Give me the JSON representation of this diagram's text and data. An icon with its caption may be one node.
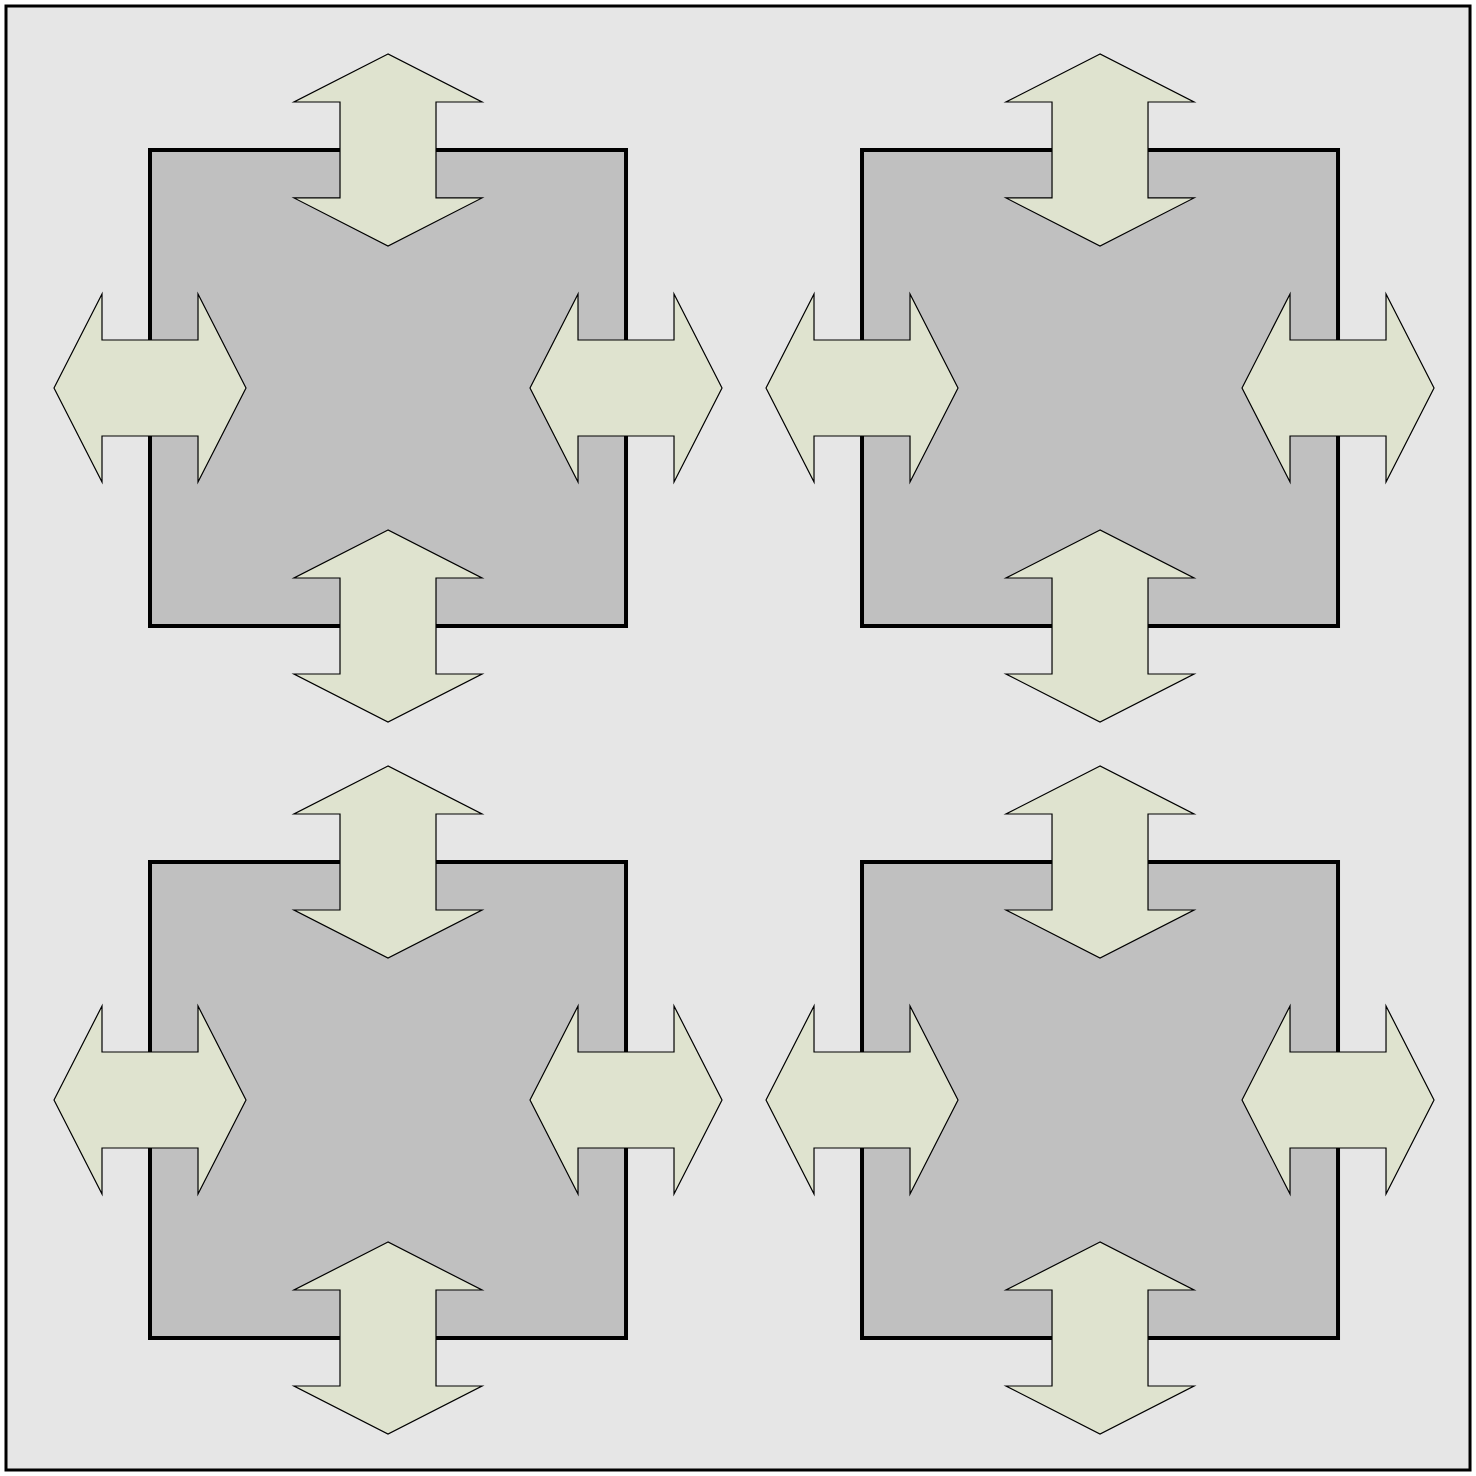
{
  "diagram": {
    "nodes": [
      {
        "text": [],
        "shape": "box"
      },
      {
        "text": [],
        "shape": "box",
        "in": 0
      },
      {
        "text": [],
        "shape": "box",
        "in": 0
      },
      {
        "text": [],
        "shape": "box",
        "in": 0
      },
      {
        "text": [],
        "shape": "box",
        "in": 0
      }
    ]
  }
}
